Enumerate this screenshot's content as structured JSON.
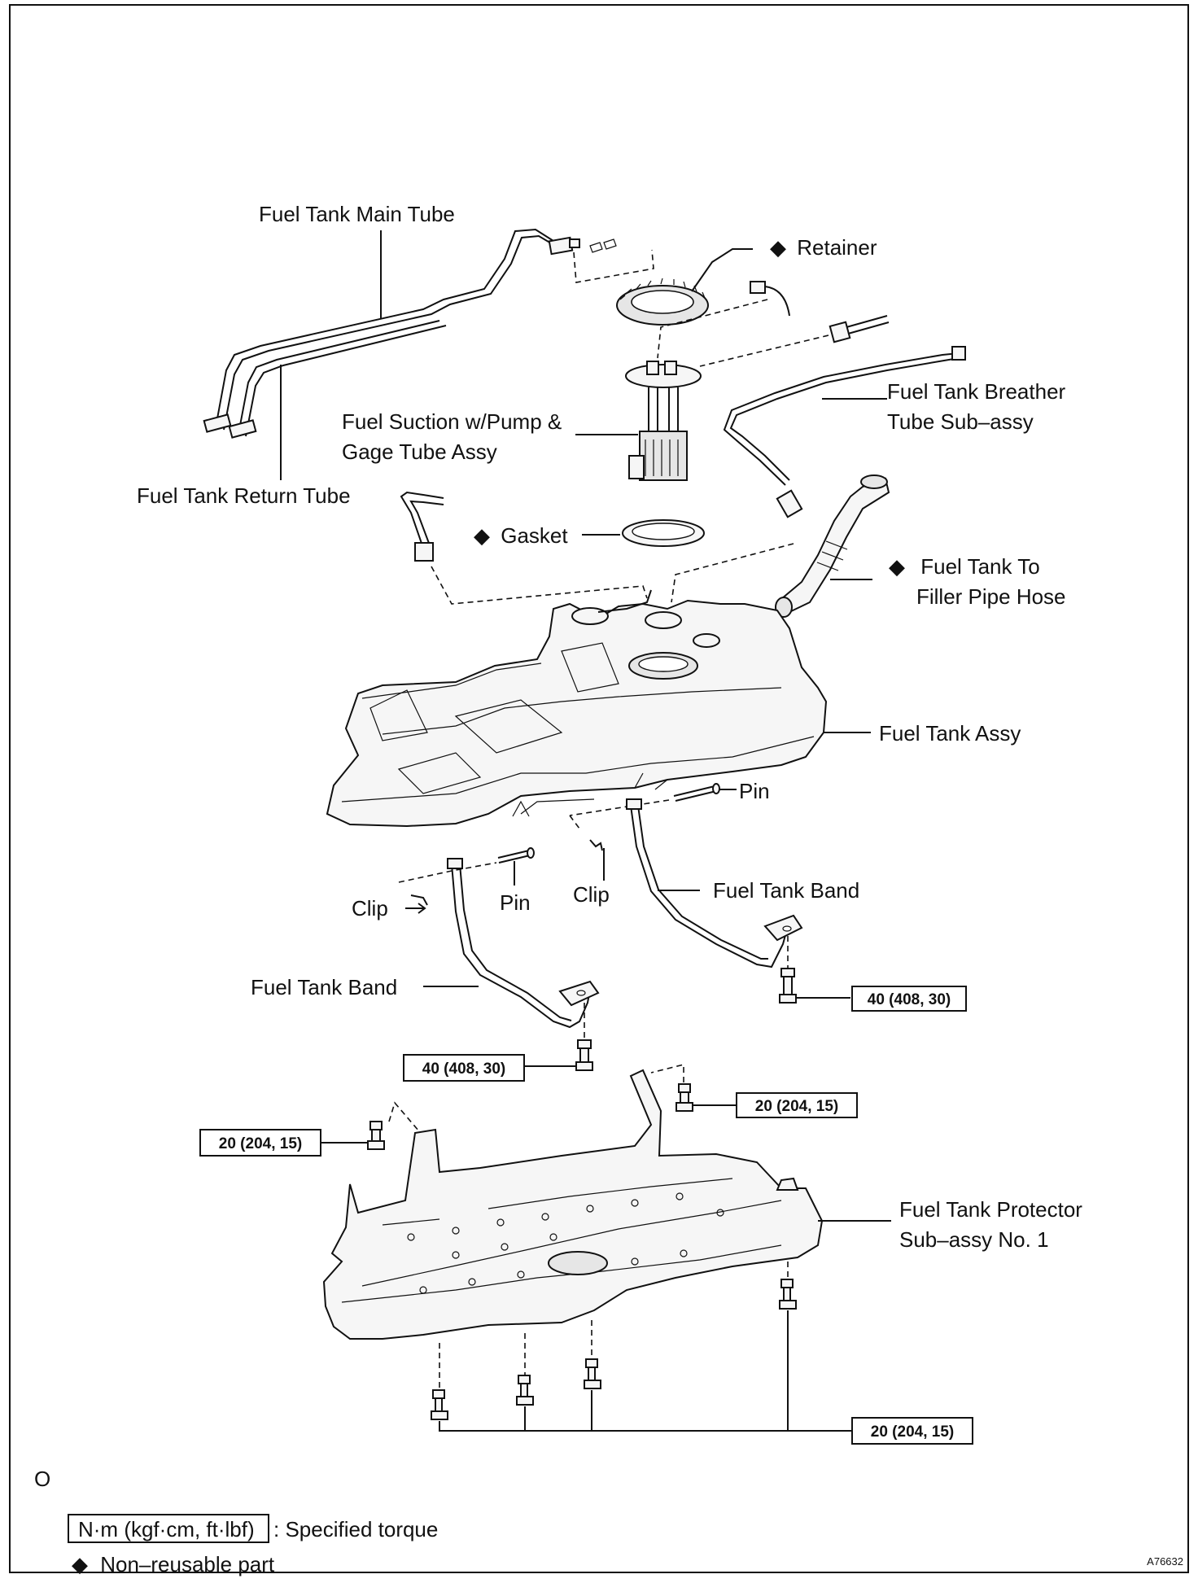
{
  "labels": {
    "main_tube": "Fuel Tank Main Tube",
    "retainer": "Retainer",
    "breather_1": "Fuel Tank Breather",
    "breather_2": "Tube Sub–assy",
    "suction_1": "Fuel Suction w/Pump &",
    "suction_2": "Gage Tube Assy",
    "return_tube": "Fuel Tank Return Tube",
    "gasket": "Gasket",
    "filler_1": "Fuel Tank To",
    "filler_2": "Filler Pipe Hose",
    "tank_assy": "Fuel Tank Assy",
    "pin_right": "Pin",
    "clip_left": "Clip",
    "pin_left": "Pin",
    "clip_mid": "Clip",
    "band_right": "Fuel Tank Band",
    "band_left": "Fuel Tank Band",
    "protector_1": "Fuel Tank Protector",
    "protector_2": "Sub–assy No. 1"
  },
  "torques": {
    "band_right": "40 (408, 30)",
    "band_left": "40 (408, 30)",
    "protector_right": "20 (204, 15)",
    "protector_left": "20 (204, 15)",
    "protector_bottom": "20 (204, 15)"
  },
  "legend": {
    "torque_unit": "N·m (kgf·cm, ft·lbf)",
    "torque_text": ": Specified torque",
    "nonreusable_text": "Non–reusable part",
    "stray_mark": "O"
  },
  "figure_code": "A76632",
  "symbols": {
    "non_reusable": "◆"
  }
}
